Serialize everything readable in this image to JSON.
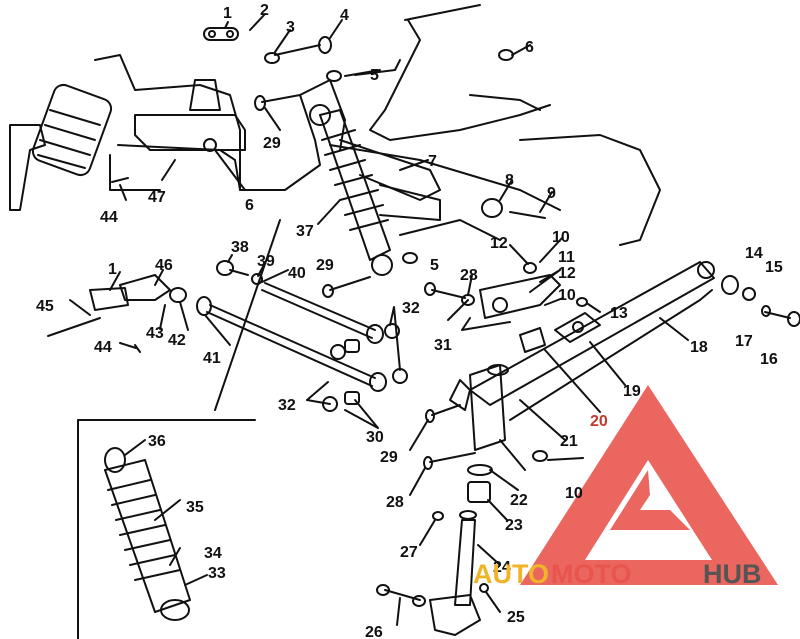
{
  "diagram": {
    "callouts": [
      {
        "id": "c1a",
        "text": "1"
      },
      {
        "id": "c2",
        "text": "2"
      },
      {
        "id": "c3",
        "text": "3"
      },
      {
        "id": "c4",
        "text": "4"
      },
      {
        "id": "c5a",
        "text": "5"
      },
      {
        "id": "c6a",
        "text": "6"
      },
      {
        "id": "c6b",
        "text": "6"
      },
      {
        "id": "c7",
        "text": "7"
      },
      {
        "id": "c8",
        "text": "8"
      },
      {
        "id": "c9",
        "text": "9"
      },
      {
        "id": "c10a",
        "text": "10"
      },
      {
        "id": "c11",
        "text": "11"
      },
      {
        "id": "c12a",
        "text": "12"
      },
      {
        "id": "c12b",
        "text": "12"
      },
      {
        "id": "c10b",
        "text": "10"
      },
      {
        "id": "c13",
        "text": "13"
      },
      {
        "id": "c14",
        "text": "14"
      },
      {
        "id": "c15",
        "text": "15"
      },
      {
        "id": "c16",
        "text": "16"
      },
      {
        "id": "c17",
        "text": "17"
      },
      {
        "id": "c18",
        "text": "18"
      },
      {
        "id": "c19",
        "text": "19"
      },
      {
        "id": "c20",
        "text": "20"
      },
      {
        "id": "c21",
        "text": "21"
      },
      {
        "id": "c22",
        "text": "22"
      },
      {
        "id": "c23",
        "text": "23"
      },
      {
        "id": "c24",
        "text": "24"
      },
      {
        "id": "c25",
        "text": "25"
      },
      {
        "id": "c26",
        "text": "26"
      },
      {
        "id": "c27",
        "text": "27"
      },
      {
        "id": "c28a",
        "text": "28"
      },
      {
        "id": "c28b",
        "text": "28"
      },
      {
        "id": "c29a",
        "text": "29"
      },
      {
        "id": "c29b",
        "text": "29"
      },
      {
        "id": "c29c",
        "text": "29"
      },
      {
        "id": "c30",
        "text": "30"
      },
      {
        "id": "c31",
        "text": "31"
      },
      {
        "id": "c32a",
        "text": "32"
      },
      {
        "id": "c32b",
        "text": "32"
      },
      {
        "id": "c33",
        "text": "33"
      },
      {
        "id": "c34",
        "text": "34"
      },
      {
        "id": "c35",
        "text": "35"
      },
      {
        "id": "c36",
        "text": "36"
      },
      {
        "id": "c37",
        "text": "37"
      },
      {
        "id": "c38",
        "text": "38"
      },
      {
        "id": "c39",
        "text": "39"
      },
      {
        "id": "c40",
        "text": "40"
      },
      {
        "id": "c41",
        "text": "41"
      },
      {
        "id": "c42",
        "text": "42"
      },
      {
        "id": "c43",
        "text": "43"
      },
      {
        "id": "c44a",
        "text": "44"
      },
      {
        "id": "c44b",
        "text": "44"
      },
      {
        "id": "c45",
        "text": "45"
      },
      {
        "id": "c46",
        "text": "46"
      },
      {
        "id": "c47",
        "text": "47"
      },
      {
        "id": "c1b",
        "text": "1"
      },
      {
        "id": "c5b",
        "text": "5"
      },
      {
        "id": "c10c",
        "text": "10"
      }
    ]
  },
  "watermark": {
    "part1": "AUTO",
    "part2": "MOTO",
    "part3": "HUB",
    "color_auto": "#f0b429",
    "color_moto": "#e8554e",
    "color_hub": "#555555"
  }
}
